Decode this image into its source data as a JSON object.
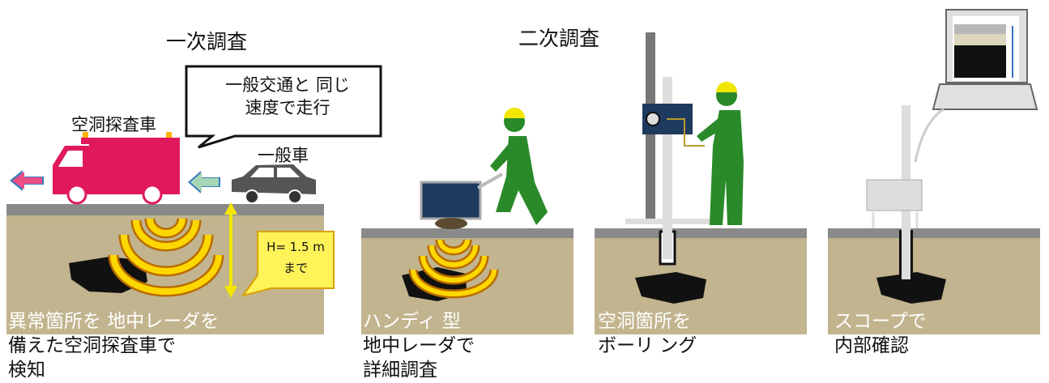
{
  "colors": {
    "ground": "#c2b48e",
    "road": "#8a8a8a",
    "truck": "#e0195f",
    "worker": "#2a8a2a",
    "device": "#1e3a5f",
    "wave": "#ffd700",
    "arrow_pink": "#e94e84",
    "arrow_green": "#a6d6b3",
    "badge_bg": "#fff35a",
    "cavity": "#111111"
  },
  "primary": {
    "title": "一次調査",
    "bubble_line1": "一般交通と 同じ",
    "bubble_line2": "速度で走行",
    "truck_label": "空洞探査車",
    "car_label": "一般車",
    "depth_line1": "H= 1.5 m",
    "depth_line2": "まで",
    "caption_line1": "異常箇所を 地中レーダを",
    "caption_line2": "備えた空洞探査車で",
    "caption_line3": "検知"
  },
  "secondary": {
    "title": "二次調査",
    "panels": [
      {
        "line1": "ハンディ 型",
        "line2": "地中レーダで",
        "line3": "詳細調査"
      },
      {
        "line1": "空洞箇所を",
        "line2": "ボーリ ング"
      },
      {
        "line1": "スコープで",
        "line2": "内部確認"
      }
    ]
  }
}
